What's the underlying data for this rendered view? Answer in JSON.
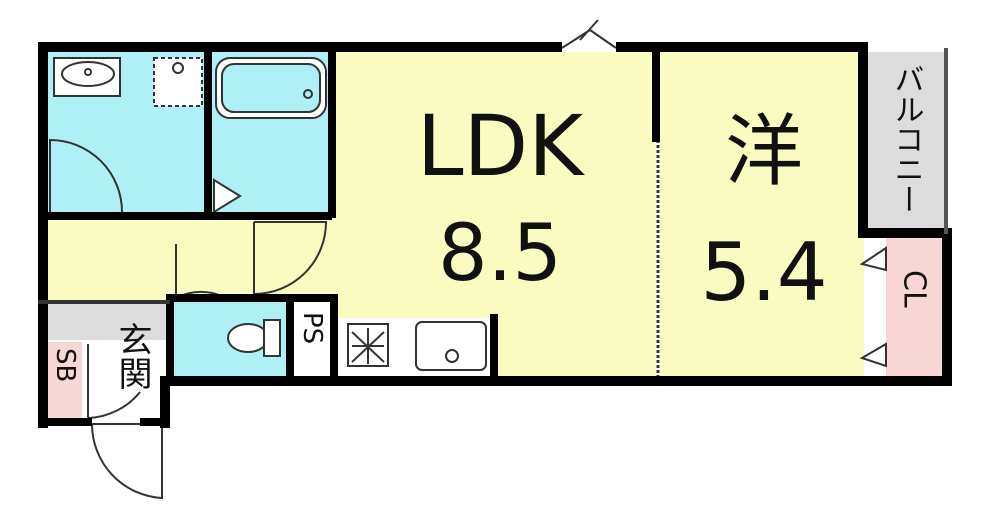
{
  "rooms": {
    "ldk": {
      "name": "LDK",
      "size": "8.5"
    },
    "western": {
      "name": "洋",
      "size": "5.4"
    },
    "balcony": {
      "name": "バルコニー"
    },
    "closet": {
      "name": "CL"
    },
    "entrance": {
      "name": "玄関"
    },
    "shoe_box": {
      "name": "SB"
    },
    "pipe_space": {
      "name": "PS"
    }
  },
  "colors": {
    "wet_area": "#aef0f5",
    "living": "#fafbc0",
    "storage": "#f8d6d6",
    "balcony": "#dcdcdc",
    "wall": "#000000"
  }
}
